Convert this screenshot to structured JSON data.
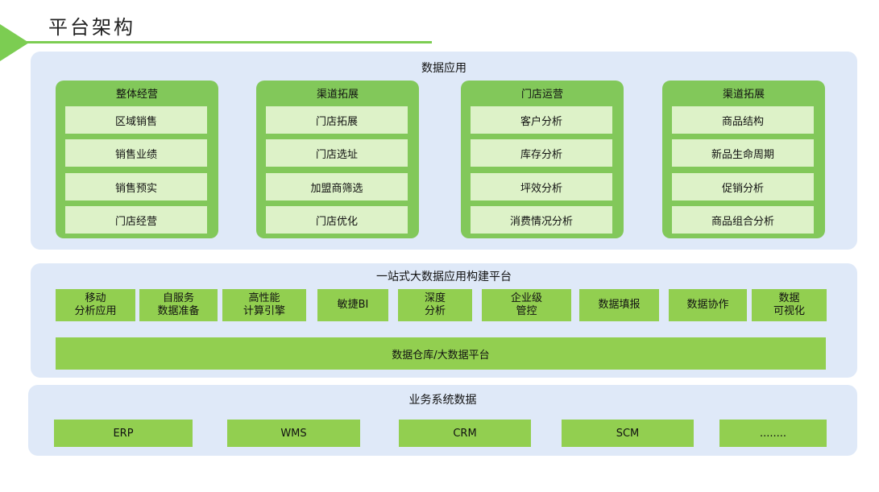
{
  "page": {
    "title": "平台架构"
  },
  "data_app": {
    "title": "数据应用",
    "columns": [
      {
        "title": "整体经营",
        "items": [
          "区域销售",
          "销售业绩",
          "销售预实",
          "门店经营"
        ]
      },
      {
        "title": "渠道拓展",
        "items": [
          "门店拓展",
          "门店选址",
          "加盟商筛选",
          "门店优化"
        ]
      },
      {
        "title": "门店运营",
        "items": [
          "客户分析",
          "库存分析",
          "坪效分析",
          "消费情况分析"
        ]
      },
      {
        "title": "渠道拓展",
        "items": [
          "商品结构",
          "新品生命周期",
          "促销分析",
          "商品组合分析"
        ]
      }
    ]
  },
  "platform": {
    "title": "一站式大数据应用构建平台",
    "tools": [
      "移动\n分析应用",
      "自服务\n数据准备",
      "高性能\n计算引擎",
      "敏捷BI",
      "深度\n分析",
      "企业级\n管控",
      "数据填报",
      "数据协作",
      "数据\n可视化"
    ],
    "warehouse": "数据仓库/大数据平台"
  },
  "business": {
    "title": "业务系统数据",
    "systems": [
      "ERP",
      "WMS",
      "CRM",
      "SCM",
      "........"
    ]
  },
  "colors": {
    "accent": "#7ccd52",
    "panel": "#dfe9f8",
    "card": "#82c85a",
    "cell": "#ddf2c8",
    "block": "#92cf50"
  }
}
